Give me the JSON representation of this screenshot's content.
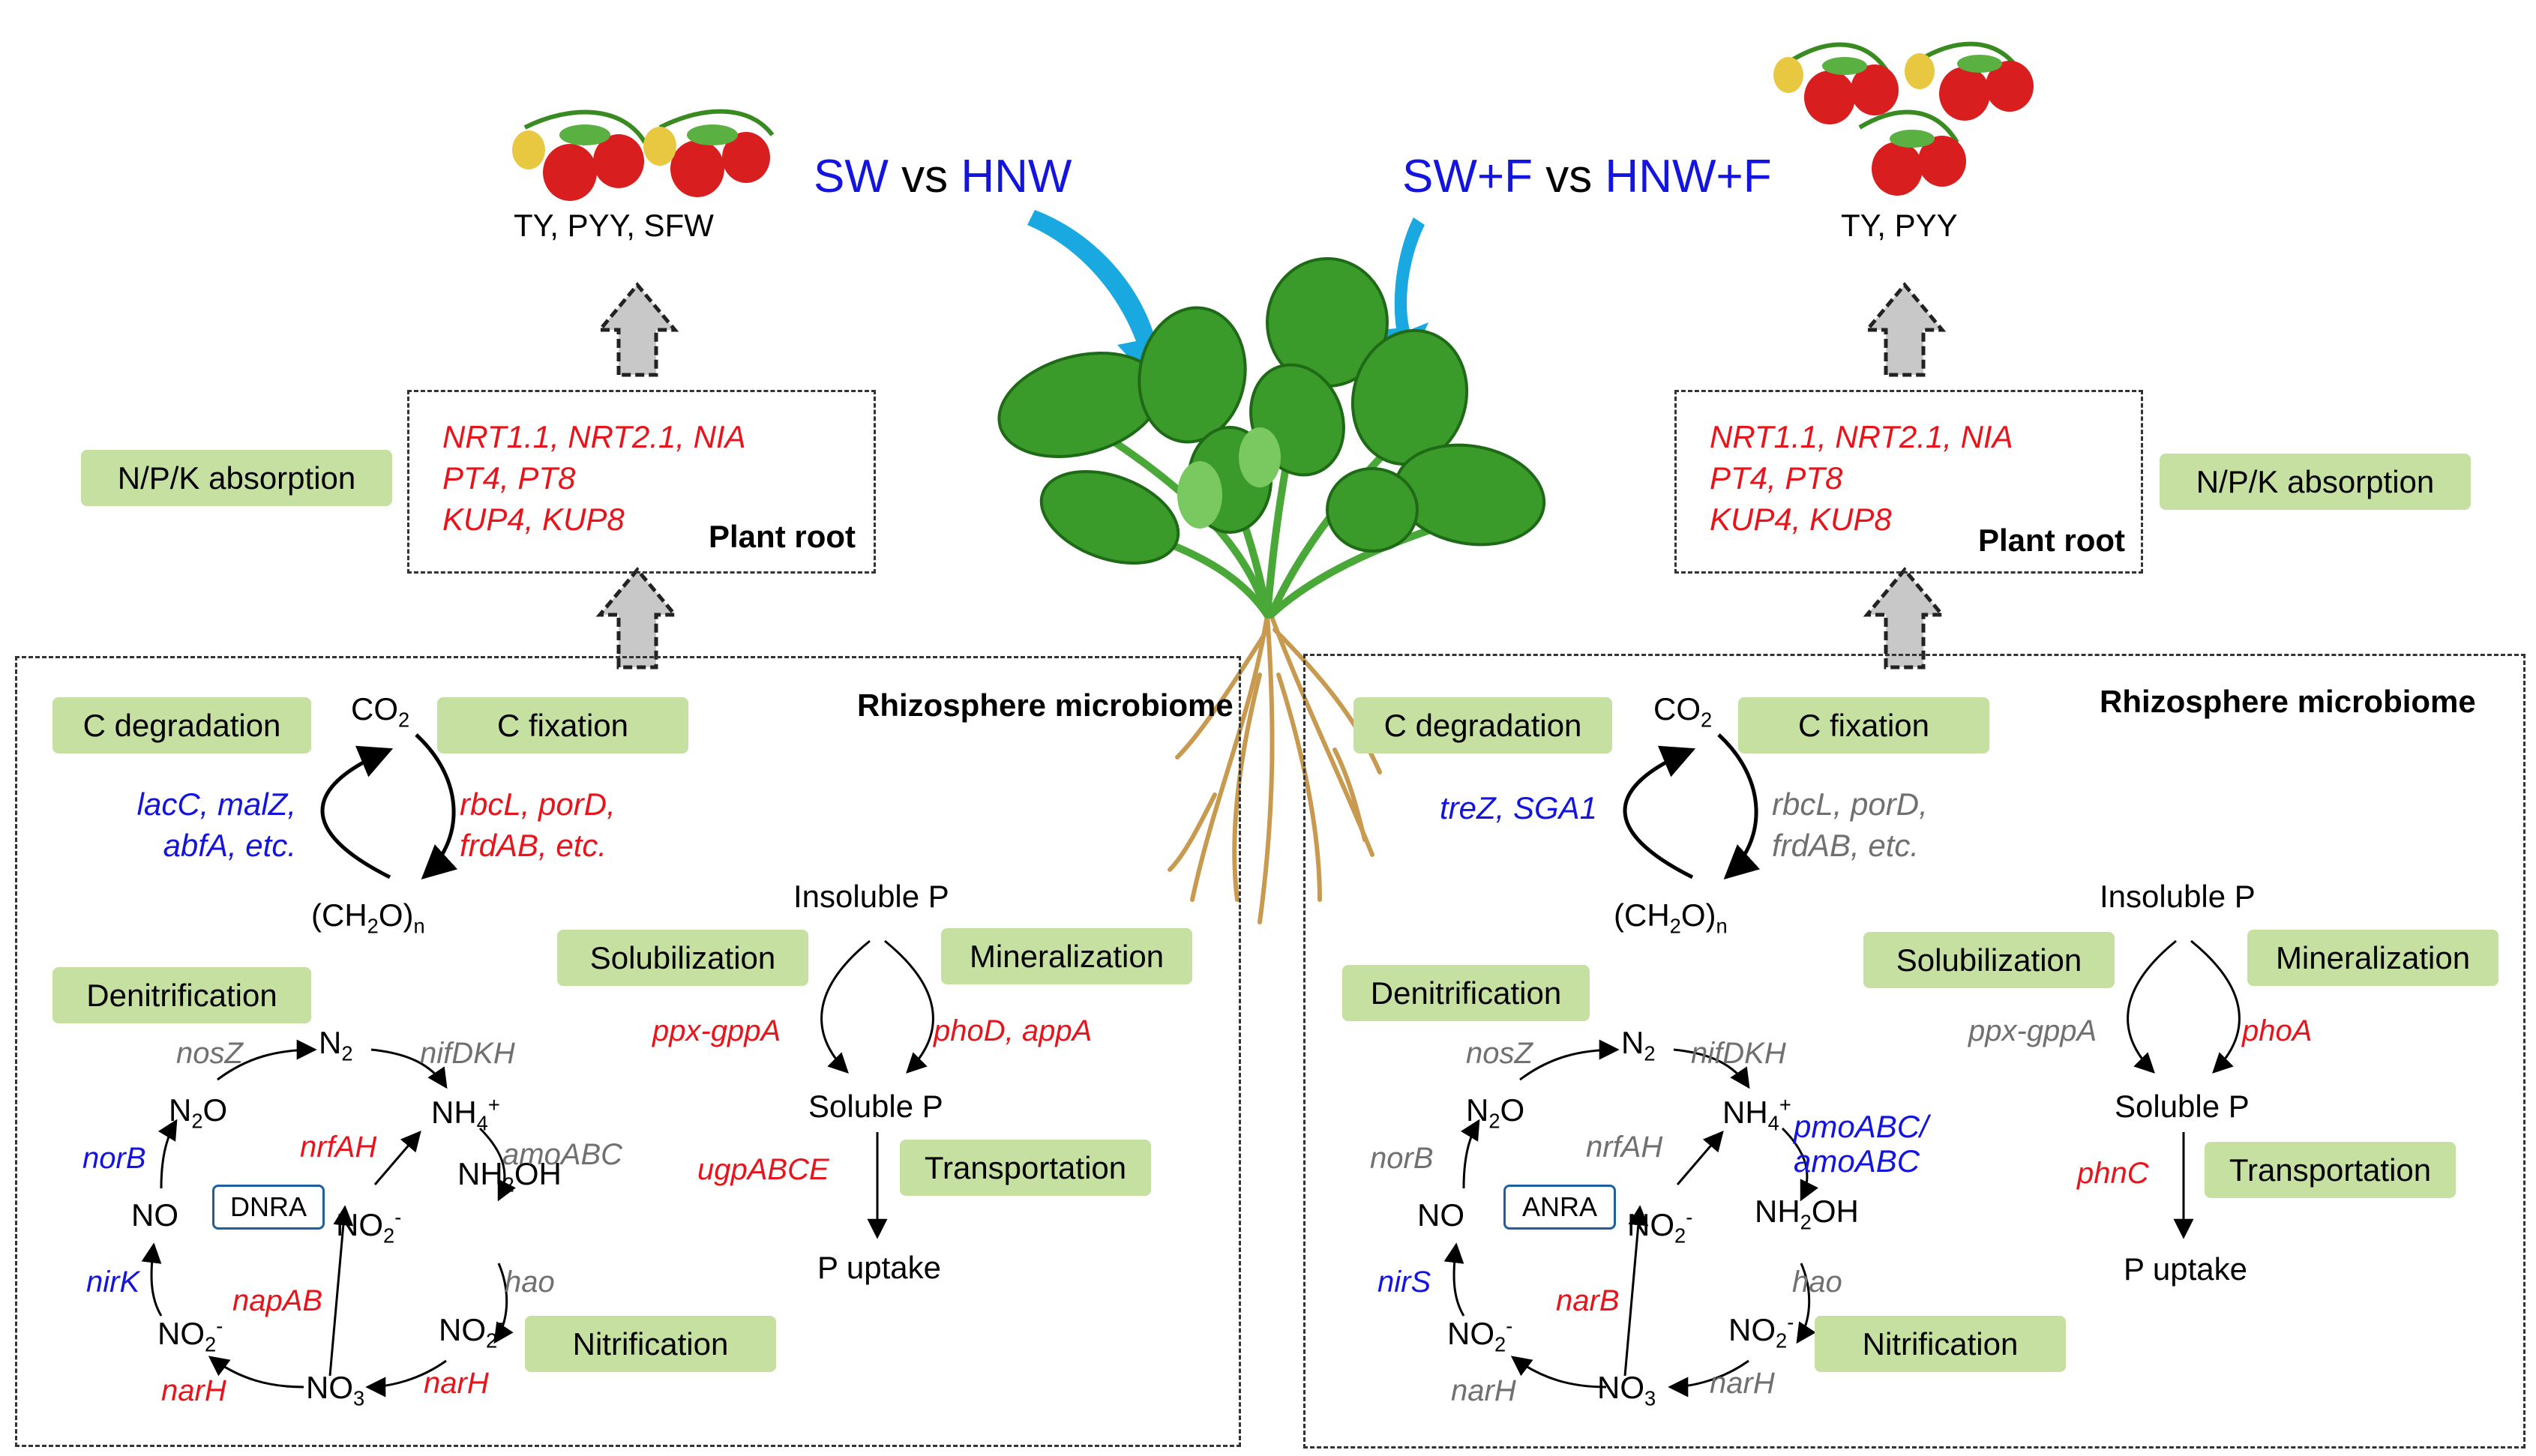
{
  "header": {
    "left": {
      "a": "SW",
      "vs": "vs",
      "b": "HNW"
    },
    "right": {
      "a": "SW+F",
      "vs": "vs",
      "b": "HNW+F"
    }
  },
  "left": {
    "yield": "TY, PYY, SFW",
    "npk": "N/P/K absorption",
    "root_genes": [
      "NRT1.1, NRT2.1, NIA",
      "PT4, PT8",
      "KUP4, KUP8"
    ],
    "plant_root": "Plant root",
    "rhizo": "Rhizosphere microbiome",
    "c_deg": "C degradation",
    "c_fix": "C fixation",
    "co2": "CO",
    "ch2o": "(CH",
    "deg_genes": [
      "lacC, malZ,",
      "abfA, etc."
    ],
    "fix_genes": [
      "rbcL, porD,",
      "frdAB, etc."
    ],
    "denit": "Denitrification",
    "nitrif": "Nitrification",
    "solub": "Solubilization",
    "miner": "Mineralization",
    "transp": "Transportation",
    "insol_p": "Insoluble P",
    "sol_p": "Soluble P",
    "p_uptake": "P uptake",
    "box": "DNRA",
    "g_nosZ": "nosZ",
    "g_nifDKH": "nifDKH",
    "g_norB": "norB",
    "g_nrfAH": "nrfAH",
    "g_amo": "amoABC",
    "g_nirK": "nirK",
    "g_napAB": "napAB",
    "g_hao": "hao",
    "g_narH1": "narH",
    "g_narH2": "narH",
    "g_solub": "ppx-gppA",
    "g_miner": "phoD, appA",
    "g_transp": "ugpABCE"
  },
  "right": {
    "yield": "TY, PYY",
    "npk": "N/P/K absorption",
    "root_genes": [
      "NRT1.1, NRT2.1, NIA",
      "PT4, PT8",
      "KUP4, KUP8"
    ],
    "plant_root": "Plant root",
    "rhizo": "Rhizosphere microbiome",
    "c_deg": "C degradation",
    "c_fix": "C fixation",
    "co2": "CO",
    "ch2o": "(CH",
    "deg_genes": [
      "treZ, SGA1"
    ],
    "fix_genes": [
      "rbcL, porD,",
      "frdAB, etc."
    ],
    "denit": "Denitrification",
    "nitrif": "Nitrification",
    "solub": "Solubilization",
    "miner": "Mineralization",
    "transp": "Transportation",
    "insol_p": "Insoluble P",
    "sol_p": "Soluble P",
    "p_uptake": "P uptake",
    "box": "ANRA",
    "g_nosZ": "nosZ",
    "g_nifDKH": "nifDKH",
    "g_norB": "norB",
    "g_nrfAH": "nrfAH",
    "g_amo": "pmoABC/",
    "g_amo2": "amoABC",
    "g_nirK": "nirS",
    "g_napAB": "narB",
    "g_hao": "hao",
    "g_narH1": "narH",
    "g_narH2": "narH",
    "g_solub": "ppx-gppA",
    "g_miner": "phoA",
    "g_transp": "phnC"
  },
  "colors": {
    "red": "#e8141c",
    "blue": "#1414e0",
    "gray": "#707070",
    "green_box": "#c5e0a0",
    "leaf": "#3a9a2a",
    "strawberry": "#d81e1e",
    "arrow_cyan": "#1aa8e0"
  }
}
